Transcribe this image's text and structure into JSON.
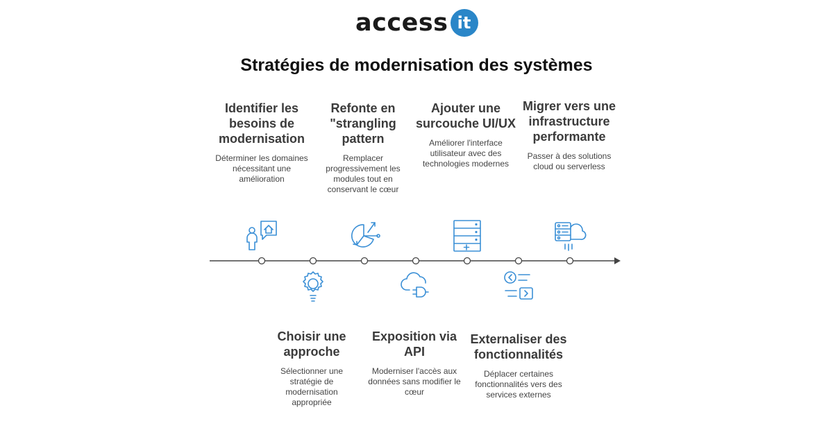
{
  "header": {
    "logo_text": "access",
    "logo_badge_text": "it",
    "title": "Stratégies de modernisation des systèmes"
  },
  "colors": {
    "accent": "#2a86c8",
    "icon_stroke": "#3a8fd6",
    "line": "#444444"
  },
  "steps": [
    {
      "title": "Identifier les besoins de modernisation",
      "description": "Déterminer les domaines nécessitant une amélioration",
      "icon": "person-house-icon",
      "position": "top"
    },
    {
      "title": "Choisir une approche",
      "description": "Sélectionner une stratégie de modernisation appropriée",
      "icon": "lightbulb-icon",
      "position": "bottom"
    },
    {
      "title": "Refonte en \"strangling pattern",
      "description": "Remplacer progressivement les modules tout en conservant le cœur",
      "icon": "pie-arrows-icon",
      "position": "top"
    },
    {
      "title": "Exposition via API",
      "description": "Moderniser l'accès aux données sans modifier le cœur",
      "icon": "cloud-plug-icon",
      "position": "bottom"
    },
    {
      "title": "Ajouter une surcouche UI/UX",
      "description": "Améliorer l'interface utilisateur avec des technologies modernes",
      "icon": "server-rack-icon",
      "position": "top"
    },
    {
      "title": "Externaliser des fonctionnalités",
      "description": "Déplacer certaines fonctionnalités vers des services externes",
      "icon": "code-brackets-icon",
      "position": "bottom"
    },
    {
      "title": "Migrer vers une infrastructure performante",
      "description": "Passer à des solutions cloud ou serverless",
      "icon": "server-cloud-icon",
      "position": "top"
    }
  ]
}
